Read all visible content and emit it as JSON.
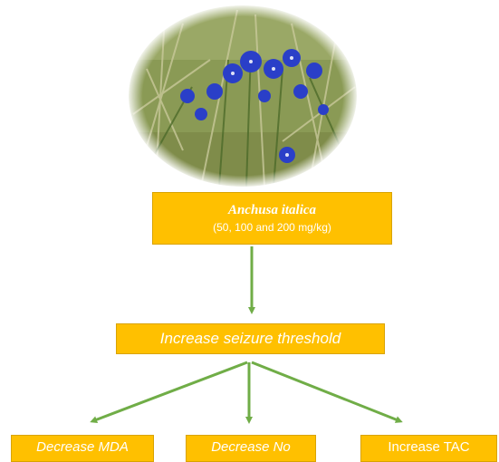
{
  "nodes": {
    "main_title": "Anchusa italica",
    "main_dose": "(50, 100 and 200 mg/kg)",
    "seizure": "Increase seizure threshold",
    "mda": "Decrease MDA",
    "no": "Decrease No",
    "tac": "Increase TAC"
  },
  "colors": {
    "box_fill": "#ffc000",
    "box_text": "#ffffff",
    "arrow": "#70ad47"
  },
  "photo": {
    "subject": "blue-flowering-plant-in-grass"
  }
}
